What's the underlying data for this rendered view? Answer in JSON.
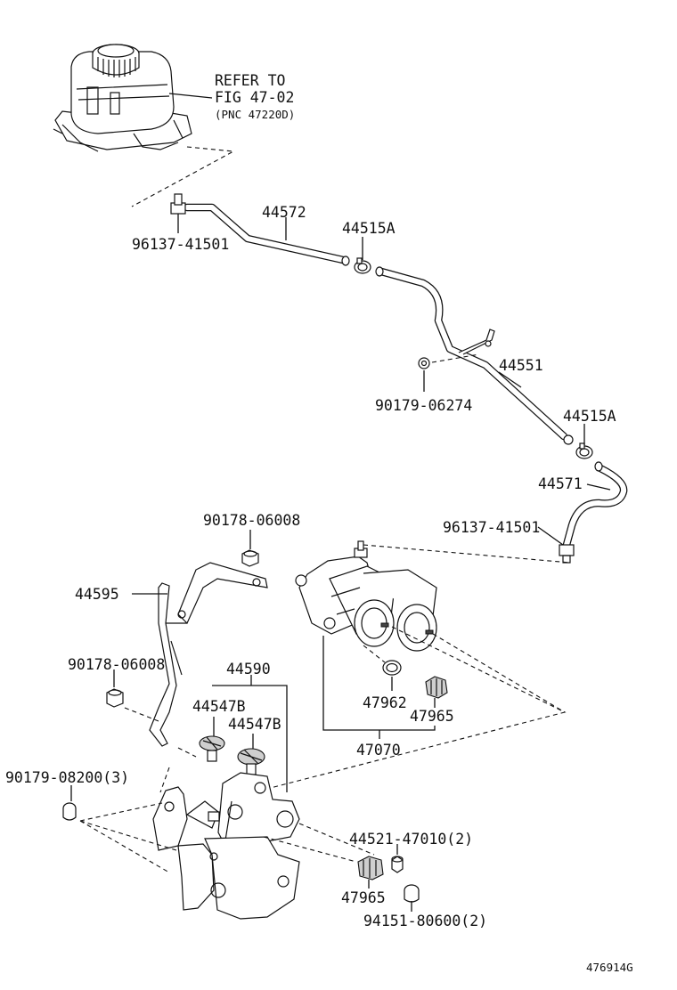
{
  "reference": {
    "line1": "REFER TO",
    "line2": "FIG 47-02",
    "line3": "(PNC 47220D)"
  },
  "labels": {
    "p44572": "44572",
    "p44515a_top": "44515A",
    "p96137_top": "96137-41501",
    "p44551": "44551",
    "p90179_06274": "90179-06274",
    "p44515a_mid": "44515A",
    "p44571": "44571",
    "p96137_mid": "96137-41501",
    "p90178_upper": "90178-06008",
    "p44595": "44595",
    "p90178_lower": "90178-06008",
    "p44590": "44590",
    "p44547b_left": "44547B",
    "p44547b_right": "44547B",
    "p47962": "47962",
    "p47965_upper": "47965",
    "p47070": "47070",
    "p90179_08200": "90179-08200(3)",
    "p44521": "44521-47010(2)",
    "p47965_lower": "47965",
    "p94151": "94151-80600(2)"
  },
  "figure_id": "476914G"
}
